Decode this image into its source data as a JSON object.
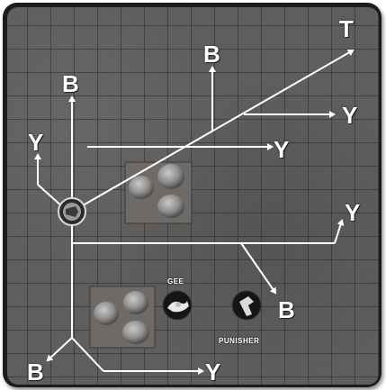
{
  "labels": {
    "t_top_right": "T",
    "b_top_middle": "B",
    "y_right_upper": "Y",
    "b_top_left": "B",
    "y_left": "Y",
    "y_middle": "Y",
    "y_right_middle": "Y",
    "b_bottom_middle": "B",
    "b_bottom_left": "B",
    "y_bottom": "Y"
  },
  "units": {
    "gee": "GEE",
    "punisher": "PUNISHER"
  },
  "colors": {
    "board": "#5e5e5e",
    "line": "#ffffff",
    "frame": "#1c1c1c"
  }
}
